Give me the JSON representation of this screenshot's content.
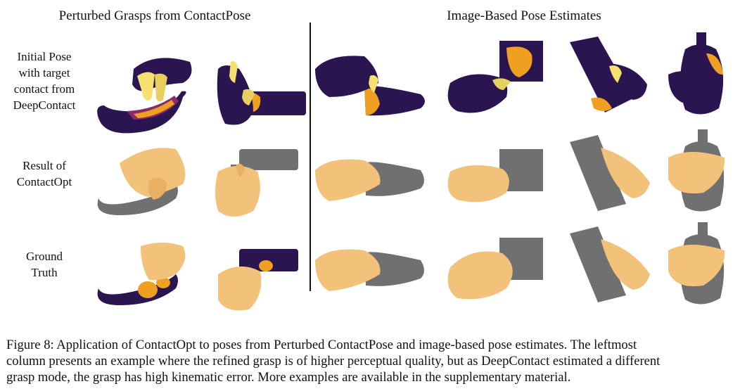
{
  "column_headers": {
    "left": "Perturbed Grasps from ContactPose",
    "right": "Image-Based Pose Estimates"
  },
  "row_labels": {
    "initial": [
      "Initial Pose",
      "with target",
      "contact from",
      "DeepContact"
    ],
    "result": [
      "Result of",
      "ContactOpt"
    ],
    "truth": [
      "Ground",
      "Truth"
    ]
  },
  "caption_lines": [
    "Figure 8: Application of ContactOpt to poses from Perturbed ContactPose and image-based pose estimates. The leftmost",
    "column presents an example where the refined grasp is of higher perceptual quality, but as DeepContact estimated a different",
    "grasp mode, the grasp has high kinematic error. More examples are available in the supplementary material."
  ],
  "colors": {
    "contact_dark": "#2a1550",
    "contact_mid": "#8a2a6a",
    "contact_hot": "#f0a020",
    "contact_peak": "#f5e070",
    "hand_skin": "#f2c27a",
    "object_gray": "#707070"
  }
}
